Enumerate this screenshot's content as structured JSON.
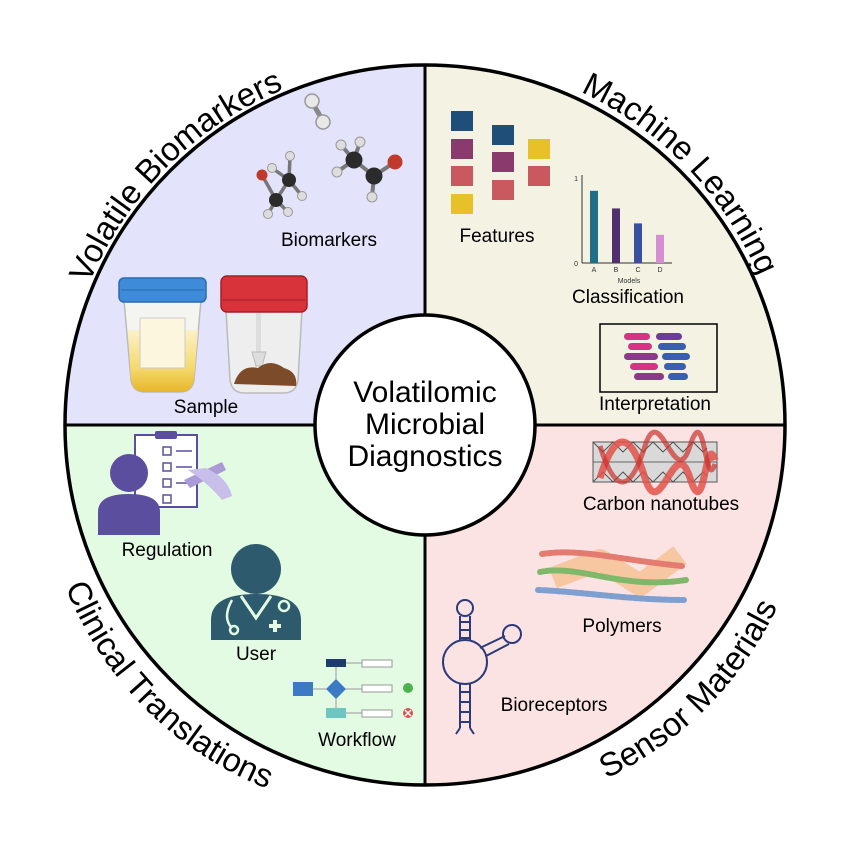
{
  "center": {
    "line1": "Volatilomic",
    "line2": "Microbial",
    "line3": "Diagnostics"
  },
  "quadrants": {
    "top_left": {
      "title": "Volatile Biomarkers",
      "color": "#E3E3FB",
      "labels": {
        "biomarkers": "Biomarkers",
        "sample": "Sample"
      }
    },
    "top_right": {
      "title": "Machine Learning",
      "color": "#F3F2E3",
      "labels": {
        "features": "Features",
        "classification": "Classification",
        "interpretation": "Interpretation"
      }
    },
    "bottom_right": {
      "title": "Sensor Materials",
      "color": "#FBE3E3",
      "labels": {
        "carbon_nanotubes": "Carbon nanotubes",
        "polymers": "Polymers",
        "bioreceptors": "Bioreceptors"
      }
    },
    "bottom_left": {
      "title": "Clinical Translations",
      "color": "#E3FBE3",
      "labels": {
        "regulation": "Regulation",
        "user": "User",
        "workflow": "Workflow"
      }
    }
  },
  "mini_chart": {
    "categories": [
      "A",
      "B",
      "C",
      "D"
    ],
    "values": [
      0.82,
      0.62,
      0.45,
      0.32
    ],
    "colors": [
      "#1F6F86",
      "#51306D",
      "#3A4FA0",
      "#D58FD0"
    ],
    "y_ticks": [
      "1",
      "0"
    ],
    "xlabel": "Models"
  },
  "colors": {
    "outline": "#000000",
    "navy": "#1F4E79",
    "purple": "#8B3A6E",
    "rose": "#C9585F",
    "yellow": "#E8C02A",
    "regulation_purple": "#5B4E9E",
    "user_teal": "#2E5A6E"
  }
}
